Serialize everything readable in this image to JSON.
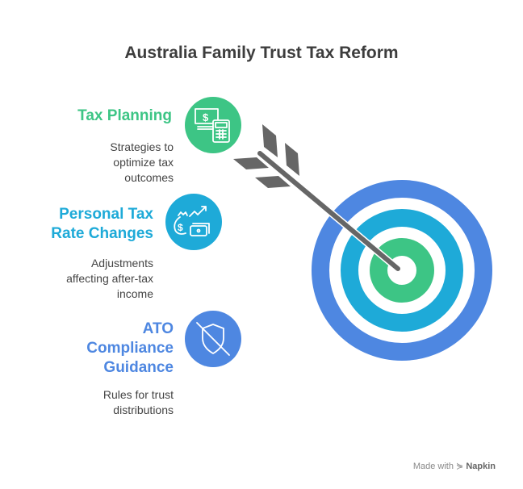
{
  "title": "Australia Family Trust Tax Reform",
  "items": [
    {
      "heading_lines": [
        "Tax Planning"
      ],
      "description_lines": [
        "Strategies to",
        "optimize tax",
        "outcomes"
      ],
      "color": "#3dc585",
      "icon": "money-calculator-icon"
    },
    {
      "heading_lines": [
        "Personal Tax",
        "Rate Changes"
      ],
      "description_lines": [
        "Adjustments",
        "affecting after-tax",
        "income"
      ],
      "color": "#1eaad8",
      "icon": "money-bag-growth-icon"
    },
    {
      "heading_lines": [
        "ATO",
        "Compliance",
        "Guidance"
      ],
      "description_lines": [
        "Rules for trust",
        "distributions"
      ],
      "color": "#4e87e1",
      "icon": "shield-off-icon"
    }
  ],
  "target": {
    "outer_color": "#4e87e1",
    "middle_color": "#1eaad8",
    "inner_color": "#3dc585",
    "arrow_color": "#666666"
  },
  "footer": {
    "made_with": "Made with",
    "brand": "Napkin"
  }
}
